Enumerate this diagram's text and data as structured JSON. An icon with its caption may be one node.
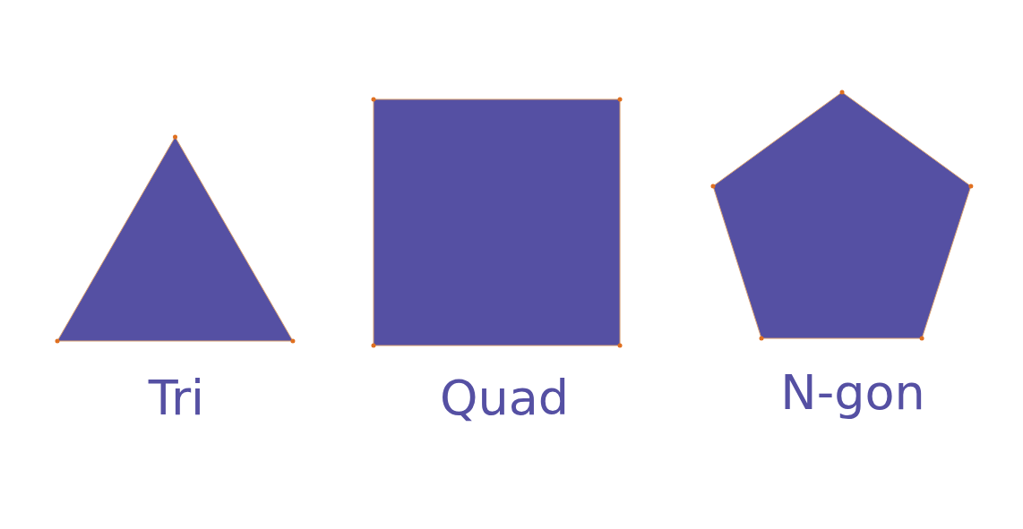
{
  "diagram": {
    "nodes": [
      {
        "text": [],
        "shape": "triangle",
        "beside": [
          "Tri"
        ]
      },
      {
        "text": [],
        "shape": "box",
        "beside": [
          "Quad"
        ]
      },
      {
        "text": [],
        "shape": "pentagon",
        "beside": [
          "N-gon"
        ]
      }
    ]
  }
}
